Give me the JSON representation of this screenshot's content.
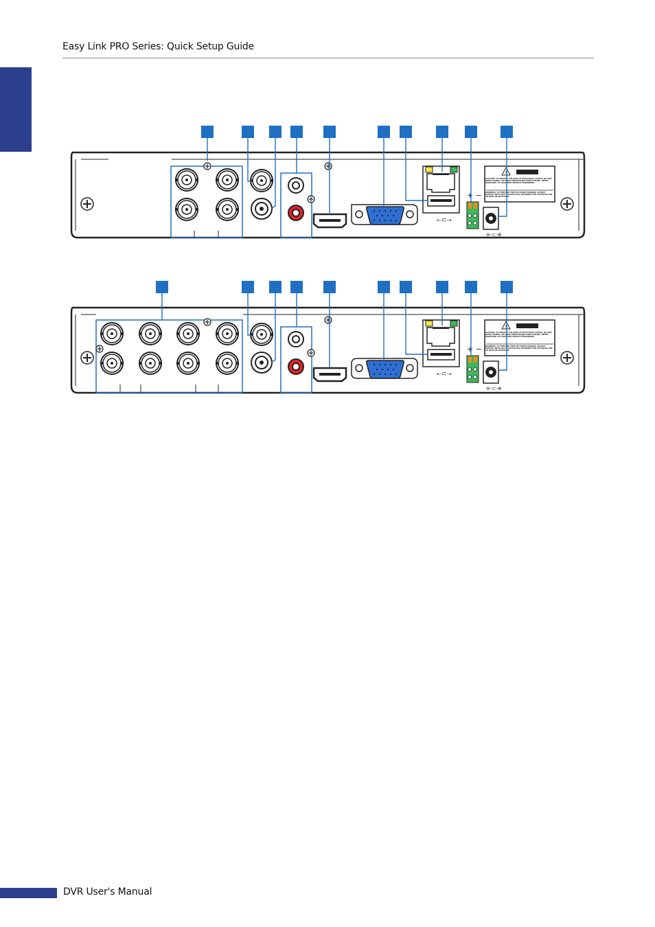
{
  "header": {
    "title": "Easy Link PRO Series: Quick Setup Guide"
  },
  "footer": {
    "title": "DVR User's Manual"
  },
  "colors": {
    "accent": "#2b3f8c",
    "callout": "#1f6fc2",
    "rca_red": "#e0222a",
    "led_yellow": "#f2e84a",
    "led_green": "#3dba5c",
    "terminal_green": "#3dba5c",
    "terminal_orange": "#f08a1c",
    "vga_blue": "#2f6fd0"
  },
  "diagrams": [
    {
      "variant": "4-channel",
      "warning_label": {
        "caution": "CAUTION: TO REDUCE THE RISK OF ELECTRICAL SHOCK, DO NOT OPEN COVERS. NO USER SERVICEABLE PARTS INSIDE. REFER SERVICING TO QUALIFIED SERVICE PERSONNEL.",
        "warning": "WARNING: TO PREVENT FIRE OR SHOCK HAZARD, DO NOT EXPOSE UNITS NOT SPECIFICALLY DESIGNED FOR OUTDOOR USE TO RAIN OR MOISTURE."
      }
    },
    {
      "variant": "8-channel",
      "warning_label": {
        "caution": "CAUTION: TO REDUCE THE RISK OF ELECTRICAL SHOCK, DO NOT OPEN COVERS. NO USER SERVICEABLE PARTS INSIDE. REFER SERVICING TO QUALIFIED SERVICE PERSONNEL.",
        "warning": "WARNING: TO PREVENT FIRE OR SHOCK HAZARD, DO NOT EXPOSE UNITS NOT SPECIFICALLY DESIGNED FOR OUTDOOR USE TO RAIN OR MOISTURE."
      }
    }
  ]
}
